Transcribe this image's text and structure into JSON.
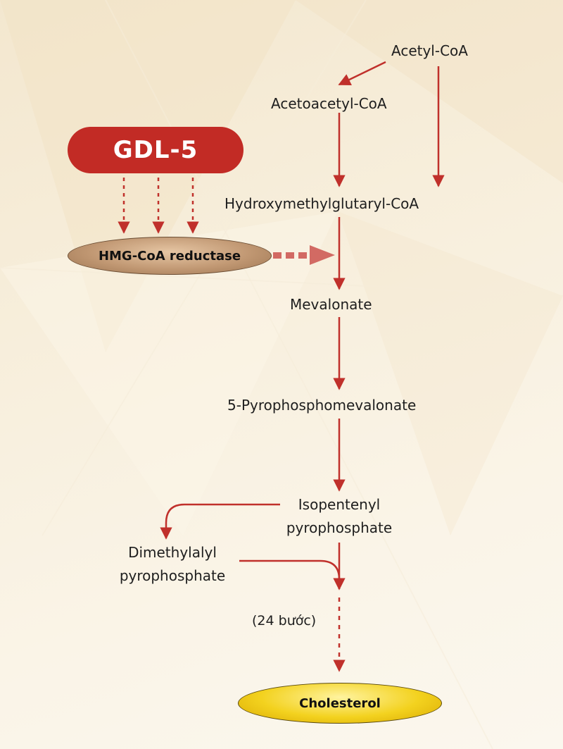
{
  "diagram": {
    "nodes": {
      "acetyl_coa": "Acetyl-CoA",
      "acetoacetyl_coa": "Acetoacetyl-CoA",
      "hmg_coa": "Hydroxymethylglutaryl-CoA",
      "mevalonate": "Mevalonate",
      "pyrophosphomevalonate": "5-Pyrophosphomevalonate",
      "isopentenyl_line1": "Isopentenyl",
      "isopentenyl_line2": "pyrophosphate",
      "dimethylalyl_line1": "Dimethylalyl",
      "dimethylalyl_line2": "pyrophosphate",
      "steps_note": "(24 bước)",
      "cholesterol": "Cholesterol"
    },
    "inhibitor": {
      "name": "GDL-5",
      "enzyme": "HMG-CoA reductase"
    },
    "colors": {
      "arrow": "#c0302b",
      "inhibitor_fill": "#c22b25",
      "enzyme_fill": "#c19873",
      "product_fill": "#f3d21f",
      "background": "#f7eedb"
    }
  }
}
